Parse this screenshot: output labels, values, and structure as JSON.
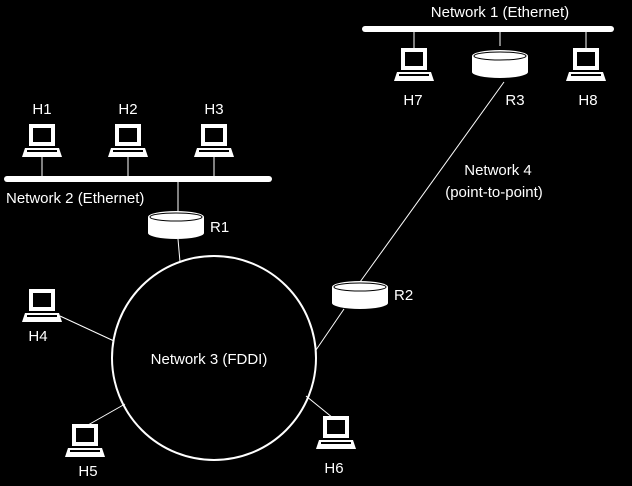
{
  "diagram": {
    "colors": {
      "background": "#000000",
      "foreground": "#ffffff"
    },
    "networks": {
      "n1": {
        "label": "Network 1 (Ethernet)"
      },
      "n2": {
        "label": "Network 2 (Ethernet)"
      },
      "n3": {
        "label": "Network 3 (FDDI)"
      },
      "n4": {
        "label_line1": "Network 4",
        "label_line2": "(point-to-point)"
      }
    },
    "hosts": {
      "h1": "H1",
      "h2": "H2",
      "h3": "H3",
      "h4": "H4",
      "h5": "H5",
      "h6": "H6",
      "h7": "H7",
      "h8": "H8"
    },
    "routers": {
      "r1": "R1",
      "r2": "R2",
      "r3": "R3"
    }
  }
}
